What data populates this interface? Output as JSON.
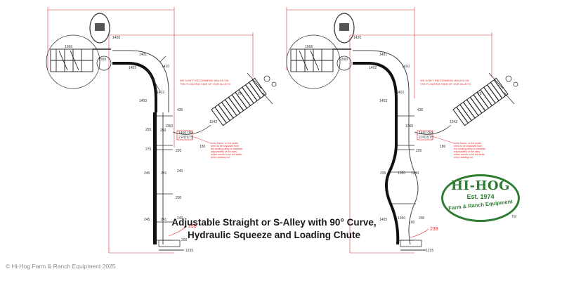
{
  "caption": {
    "line1": "Adjustable Straight or S-Alley with 90° Curve,",
    "line2": "Hydraulic Squeeze and Loading Chute"
  },
  "copyright": "© Hi-Hog Farm & Ranch Equipment 2025",
  "logo": {
    "brand": "HI-HOG",
    "est": "Est. 1974",
    "tagline": "Farm & Ranch Equipment",
    "tm": "TM",
    "color": "#2f7d32"
  },
  "colors": {
    "dimension": "#e03030",
    "drawing": "#333333",
    "panel": "#111111",
    "gate": "#444444"
  },
  "note": {
    "top": [
      "WE DON'T RECOMMEND WALKS ON",
      "THE FLOATING SIDE OF OUR ALLEYS"
    ],
    "side": [
      "extra frame, or the posts",
      "need to be separate from",
      "the working alley to maintain",
      "adjustability of the alley",
      "which needs to be left width",
      "when loading out"
    ],
    "box": [
      "1460 OR",
      "2 POSTS"
    ]
  },
  "left_diagram": {
    "labels": [
      {
        "id": "d1566",
        "text": "1566"
      },
      {
        "id": "d1560",
        "text": "1560"
      },
      {
        "id": "d1420",
        "text": "1420"
      },
      {
        "id": "d1401",
        "text": "1401"
      },
      {
        "id": "d1402a",
        "text": "1402"
      },
      {
        "id": "d1410",
        "text": "1410"
      },
      {
        "id": "d1402b",
        "text": "1402"
      },
      {
        "id": "d1403",
        "text": "1403"
      },
      {
        "id": "d435",
        "text": "435"
      },
      {
        "id": "d1360",
        "text": "1360"
      },
      {
        "id": "d1342",
        "text": "1342"
      },
      {
        "id": "d75",
        "text": "75"
      },
      {
        "id": "d255",
        "text": "255"
      },
      {
        "id": "d250",
        "text": "250"
      },
      {
        "id": "d180",
        "text": "180"
      },
      {
        "id": "d220",
        "text": "220"
      },
      {
        "id": "d275",
        "text": "275"
      },
      {
        "id": "d245a",
        "text": "245"
      },
      {
        "id": "d241a",
        "text": "241"
      },
      {
        "id": "d240a",
        "text": "240"
      },
      {
        "id": "d200a",
        "text": "200"
      },
      {
        "id": "d245b",
        "text": "245"
      },
      {
        "id": "d241b",
        "text": "241"
      },
      {
        "id": "d240b",
        "text": "240"
      },
      {
        "id": "d239",
        "text": "239"
      },
      {
        "id": "d200b",
        "text": "200"
      },
      {
        "id": "d1235",
        "text": "1235"
      }
    ]
  },
  "right_diagram": {
    "labels": [
      {
        "id": "r1566",
        "text": "1566"
      },
      {
        "id": "r1560",
        "text": "1560"
      },
      {
        "id": "r1420",
        "text": "1420"
      },
      {
        "id": "r1401",
        "text": "1401"
      },
      {
        "id": "r1402a",
        "text": "1402"
      },
      {
        "id": "r1410",
        "text": "1410"
      },
      {
        "id": "r1402b",
        "text": "1402"
      },
      {
        "id": "r1403",
        "text": "1403"
      },
      {
        "id": "r435",
        "text": "435"
      },
      {
        "id": "r1360",
        "text": "1360"
      },
      {
        "id": "r1342",
        "text": "1342"
      },
      {
        "id": "r75",
        "text": "75"
      },
      {
        "id": "r180",
        "text": "180"
      },
      {
        "id": "r220",
        "text": "220"
      },
      {
        "id": "r235",
        "text": "235"
      },
      {
        "id": "r1350",
        "text": "1350"
      },
      {
        "id": "r1340",
        "text": "1340"
      },
      {
        "id": "r1405",
        "text": "1405"
      },
      {
        "id": "r1350b",
        "text": "1350"
      },
      {
        "id": "r190",
        "text": "190"
      },
      {
        "id": "r200",
        "text": "200"
      },
      {
        "id": "r239",
        "text": "239"
      },
      {
        "id": "r1235",
        "text": "1235"
      }
    ]
  }
}
